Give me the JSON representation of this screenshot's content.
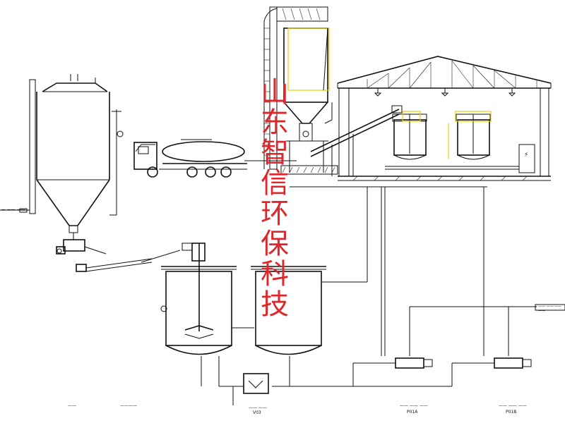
{
  "watermark": {
    "text": "山东智信环保科技",
    "color": "#e0262b"
  },
  "labels": {
    "left_inlet": "— —— ——",
    "bottom_1": "——",
    "bottom_2": "————",
    "bottom_3": "—— ——",
    "pump_a_name": "—— —— ——",
    "pump_b_name": "—— —— ——",
    "right_outlet": "—— —— —— ——",
    "pump_a_tag": "P01A",
    "pump_b_tag": "P01B",
    "metering_tag": "V03"
  },
  "colors": {
    "line": "#111111",
    "highlight": "#e8d000"
  }
}
